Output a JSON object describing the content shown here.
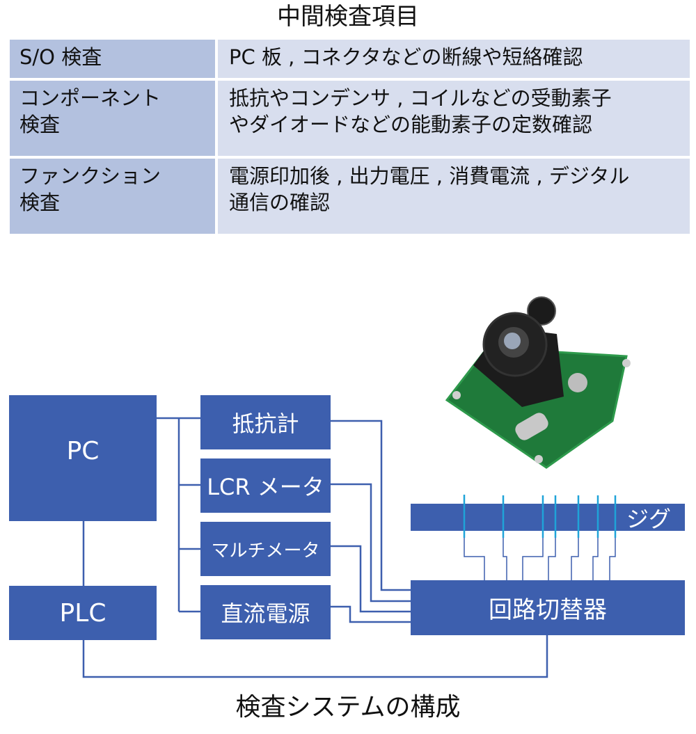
{
  "table": {
    "title": "中間検査項目",
    "rows": [
      {
        "label": [
          "S/O 検査"
        ],
        "desc": [
          "PC 板 , コネクタなどの断線や短絡確認"
        ]
      },
      {
        "label": [
          "コンポーネント",
          "検査"
        ],
        "desc": [
          "抵抗やコンデンサ , コイルなどの受動素子",
          "やダイオードなどの能動素子の定数確認"
        ]
      },
      {
        "label": [
          "ファンクション",
          "検査"
        ],
        "desc": [
          "電源印加後 , 出力電圧 , 消費電流 , デジタル",
          "通信の確認"
        ]
      }
    ]
  },
  "diagram": {
    "pc": "PC",
    "plc": "PLC",
    "instruments": [
      "抵抗計",
      "LCR メータ",
      "マルチメータ",
      "直流電源"
    ],
    "jig": "ジグ",
    "switcher": "回路切替器",
    "photo_alt": "camera-board-photo",
    "colors": {
      "box": "#3d5fae",
      "line": "#3d5fae",
      "probe": "#1fa3d8"
    },
    "caption": "検査システムの構成"
  }
}
